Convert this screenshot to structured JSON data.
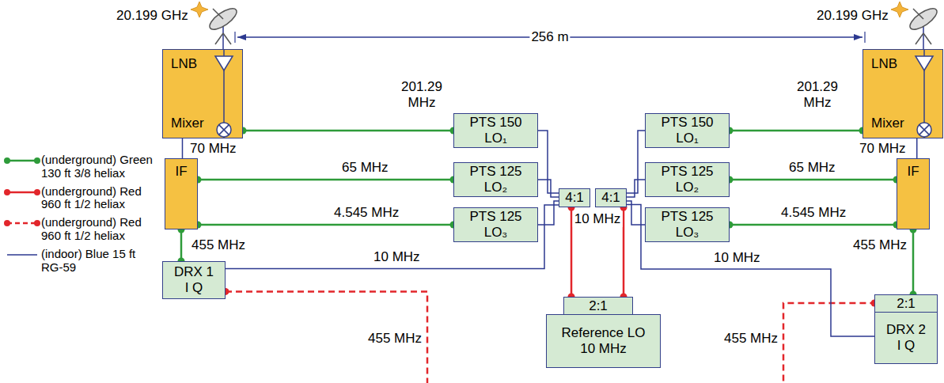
{
  "diagram": {
    "nodes": [
      {
        "text": [
          "LNB",
          "Mixer"
        ]
      },
      {
        "text": [
          "IF"
        ]
      },
      {
        "text": [
          "PTS 150 LO₁"
        ]
      },
      {
        "text": [
          "PTS 125 LO₂"
        ]
      },
      {
        "text": [
          "PTS 125 LO₃"
        ]
      },
      {
        "text": [
          "4:1"
        ]
      },
      {
        "text": [
          "DRX 1 I Q"
        ]
      },
      {
        "text": [
          "4:1"
        ]
      },
      {
        "text": [
          "PTS 150 LO₁"
        ]
      },
      {
        "text": [
          "PTS 125 LO₂"
        ]
      },
      {
        "text": [
          "PTS 125 LO₃"
        ]
      },
      {
        "text": [
          "LNB",
          "Mixer"
        ]
      },
      {
        "text": [
          "IF"
        ]
      },
      {
        "text": [
          "2:1"
        ]
      },
      {
        "text": [
          "Reference LO 10 MHz"
        ]
      },
      {
        "text": [
          "2:1"
        ]
      },
      {
        "text": [
          "DRX 2 I Q"
        ]
      }
    ],
    "edges": [
      {
        "from": 0,
        "to": 1,
        "label": "70 MHz",
        "arrow": "none"
      },
      {
        "from": 2,
        "to": 0,
        "label": "201.29 MHz",
        "arrow": "none"
      },
      {
        "from": 3,
        "to": 1,
        "label": "65 MHz",
        "arrow": "none"
      },
      {
        "from": 4,
        "to": 1,
        "label": "4.545 MHz",
        "arrow": "none"
      },
      {
        "from": 1,
        "to": 6,
        "label": "455 MHz",
        "arrow": "none"
      },
      {
        "from": 2,
        "to": 5,
        "arrow": "none"
      },
      {
        "from": 3,
        "to": 5,
        "arrow": "none"
      },
      {
        "from": 4,
        "to": 5,
        "arrow": "none"
      },
      {
        "from": 6,
        "to": 5,
        "label": "10 MHz",
        "arrow": "none"
      },
      {
        "from": 6,
        "to": 15,
        "label": "455 MHz",
        "arrow": "none"
      },
      {
        "from": 13,
        "to": 5,
        "label": "10 MHz",
        "arrow": "none"
      },
      {
        "from": 13,
        "to": 7,
        "arrow": "none"
      },
      {
        "from": 11,
        "to": 12,
        "label": "70 MHz",
        "arrow": "none"
      },
      {
        "from": 8,
        "to": 11,
        "label": "201.29 MHz",
        "arrow": "none"
      },
      {
        "from": 9,
        "to": 12,
        "label": "65 MHz",
        "arrow": "none"
      },
      {
        "from": 10,
        "to": 12,
        "label": "4.545 MHz",
        "arrow": "none"
      },
      {
        "from": 12,
        "to": 15,
        "label": "455 MHz",
        "arrow": "none"
      },
      {
        "from": 8,
        "to": 7,
        "arrow": "none"
      },
      {
        "from": 9,
        "to": 7,
        "arrow": "none"
      },
      {
        "from": 10,
        "to": 7,
        "arrow": "none"
      },
      {
        "from": 7,
        "to": 16,
        "label": "10 MHz",
        "arrow": "none"
      }
    ],
    "labels": [
      "20.199 GHz",
      "20.199 GHz",
      "256 m",
      "455 MHz"
    ],
    "legend": [
      {
        "text": "(underground) Green 130 ft 3/8 heliax"
      },
      {
        "text": "(underground) Red 960 ft 1/2 heliax"
      },
      {
        "text": "(underground) Red 960 ft 1/2 heliax"
      },
      {
        "text": "(indoor) Blue 15 ft RG-59"
      }
    ]
  }
}
